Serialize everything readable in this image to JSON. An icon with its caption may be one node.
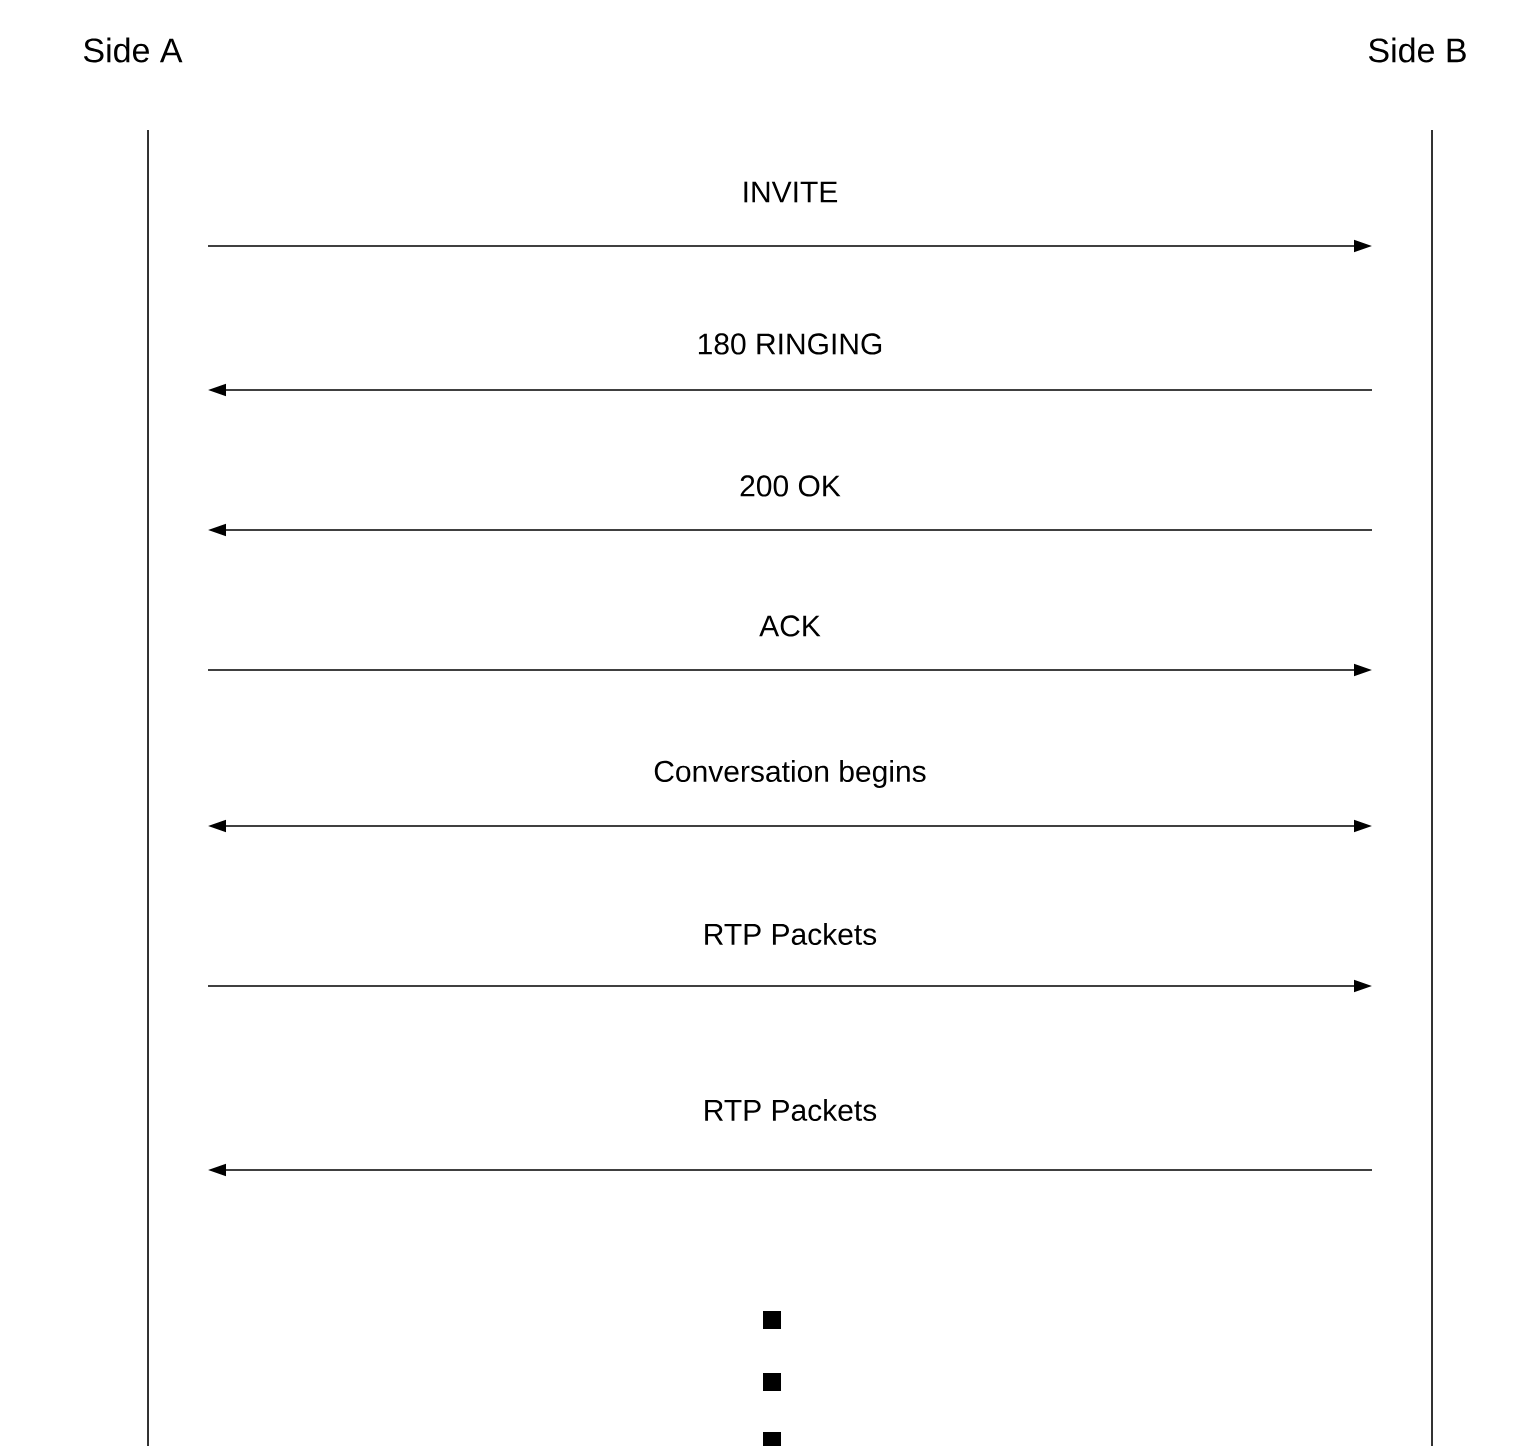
{
  "diagram": {
    "nodes": [
      {
        "text": [
          "Side A"
        ]
      },
      {
        "text": [
          "Side B"
        ]
      }
    ],
    "edges": [
      {
        "from": 0,
        "to": 1,
        "arrow": "to",
        "label": "INVITE"
      },
      {
        "from": 1,
        "to": 0,
        "arrow": "to",
        "label": "180 RINGING"
      },
      {
        "from": 1,
        "to": 0,
        "arrow": "to",
        "label": "200 OK"
      },
      {
        "from": 0,
        "to": 1,
        "arrow": "to",
        "label": "ACK"
      },
      {
        "from": 0,
        "to": 1,
        "arrow": "both",
        "label": "Conversation begins"
      },
      {
        "from": 0,
        "to": 1,
        "arrow": "to",
        "label": "RTP Packets"
      },
      {
        "from": 1,
        "to": 0,
        "arrow": "to",
        "label": "RTP Packets"
      }
    ]
  }
}
